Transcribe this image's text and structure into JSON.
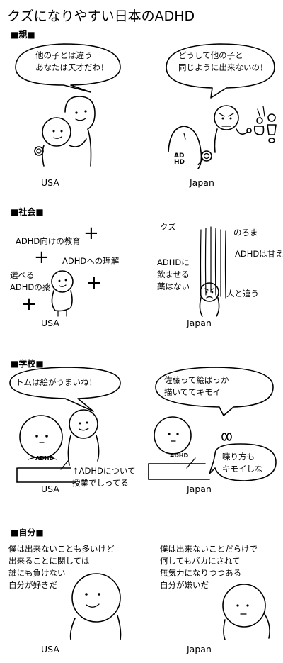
{
  "title": "クズになりやすい日本のADHD",
  "sections": [
    {
      "label": "■親■",
      "usa_caption": "USA",
      "japan_caption": "Japan",
      "usa_bubble": "他の子とは違う\nあなたは天才だわ！",
      "japan_bubble": "どうして他の子と\n同じように出来ないの！",
      "japan_badge": "AD\nHD"
    },
    {
      "label": "■社会■",
      "usa_caption": "USA",
      "japan_caption": "Japan",
      "usa_texts": [
        "ADHD向けの教育",
        "ADHDへの理解",
        "選べる\nADHDの薬"
      ],
      "usa_plus": [
        "+",
        "+",
        "+",
        "+"
      ],
      "japan_texts": [
        "クズ",
        "のろま",
        "ADHDは甘え",
        "ADHDに\n飲ませる\n薬はない",
        "人と違う"
      ]
    },
    {
      "label": "■学校■",
      "usa_caption": "USA",
      "japan_caption": "Japan",
      "usa_bubble": "トムは絵がうまいね！",
      "japan_bubble": "佐藤って絵ばっか\n描いててキモイ",
      "usa_desk_label": "ADHD",
      "japan_desk_label": "ADHD",
      "usa_note": "↑ADHDについて\n授業でしってる",
      "japan_bubble2": "喋り方も\nキモイしな"
    },
    {
      "label": "■自分■",
      "usa_caption": "USA",
      "japan_caption": "Japan",
      "usa_text": "僕は出来ないことも多いけど\n出来ることに関しては\n誰にも負けない\n自分が好きだ",
      "japan_text": "僕は出来ないことだらけで\n何してもバカにされて\n無気力になりつつある\n自分が嫌いだ"
    }
  ]
}
